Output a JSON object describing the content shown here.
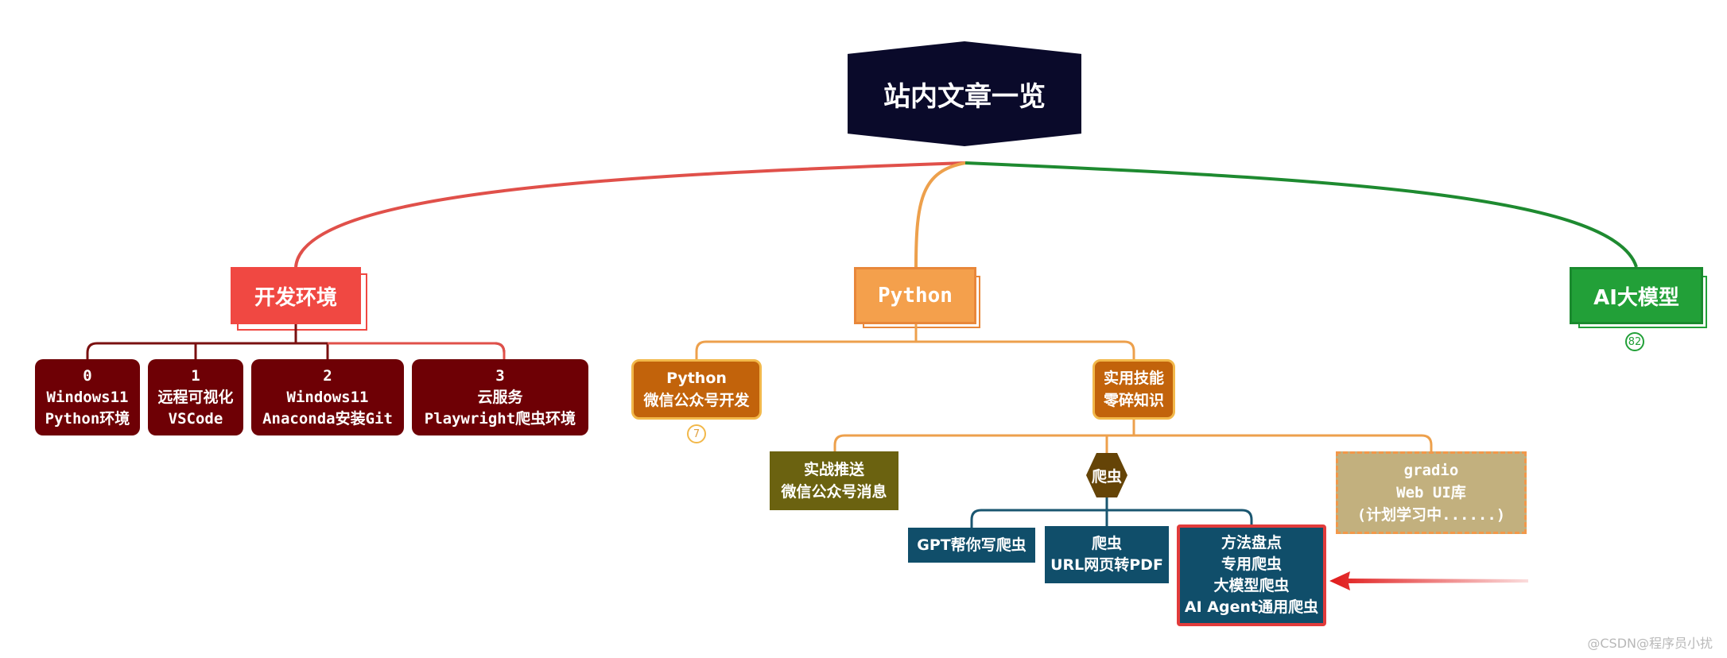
{
  "root": {
    "label": "站内文章一览"
  },
  "branches": {
    "dev": {
      "label": "开发环境",
      "children": [
        {
          "lines": [
            "0",
            "Windows11",
            "Python环境"
          ]
        },
        {
          "lines": [
            "1",
            "远程可视化",
            "VSCode"
          ]
        },
        {
          "lines": [
            "2",
            "Windows11",
            "Anaconda安装Git"
          ]
        },
        {
          "lines": [
            "3",
            "云服务",
            "Playwright爬虫环境"
          ]
        }
      ]
    },
    "python": {
      "label": "Python",
      "wechat": {
        "lines": [
          "Python",
          "微信公众号开发"
        ],
        "badge": "7"
      },
      "skills": {
        "lines": [
          "实用技能",
          "零碎知识"
        ],
        "push": {
          "lines": [
            "实战推送",
            "微信公众号消息"
          ]
        },
        "crawler": {
          "label": "爬虫",
          "children": [
            {
              "lines": [
                "GPT帮你写爬虫"
              ]
            },
            {
              "lines": [
                "爬虫",
                "URL网页转PDF"
              ]
            },
            {
              "lines": [
                "方法盘点",
                "专用爬虫",
                "大模型爬虫",
                "AI Agent通用爬虫"
              ]
            }
          ]
        },
        "gradio": {
          "lines": [
            "gradio",
            "Web UI库",
            "(计划学习中......)"
          ]
        }
      }
    },
    "ai": {
      "label": "AI大模型",
      "badge": "82"
    }
  },
  "colors": {
    "root": "#0a0a2a",
    "dev": "#f04842",
    "dev_dark": "#6e0005",
    "python": "#f4a04c",
    "python_dark": "#c2630b",
    "ai": "#22a038",
    "crawler_teal": "#104e6a",
    "highlight": "#e23b3b"
  },
  "watermark": "@CSDN@程序员小扰"
}
